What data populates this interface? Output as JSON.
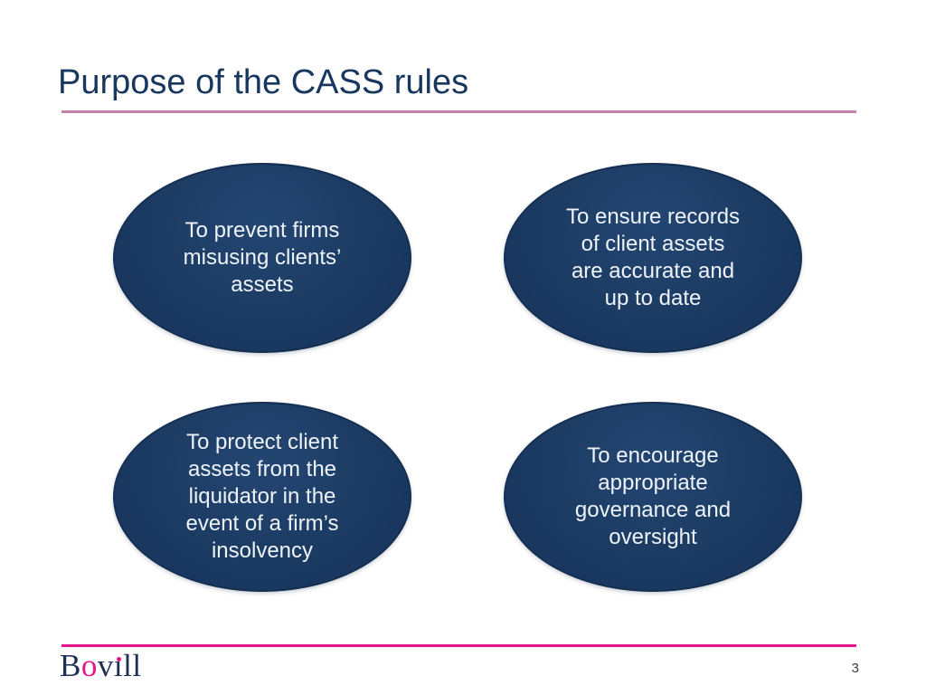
{
  "theme": {
    "navy": "#17375e",
    "oval_fill": "#1b3a61",
    "oval_border": "#142f52",
    "oval_text": "#eef3f9",
    "rule_top_pink": "#c87fae",
    "magenta": "#e6148c",
    "logo_navy": "#1d3054",
    "page_gray": "#3d3d3d",
    "bg": "#ffffff"
  },
  "slide": {
    "title": "Purpose of the CASS rules",
    "page_number": "3"
  },
  "ovals": [
    {
      "name": "prevent-misuse",
      "lines": [
        "To prevent firms",
        "misusing clients’",
        "assets"
      ]
    },
    {
      "name": "accurate-records",
      "lines": [
        "To ensure records",
        "of client assets",
        "are accurate and",
        "up to date"
      ]
    },
    {
      "name": "protect-from-liquidator",
      "lines": [
        "To protect client",
        "assets from the",
        "liquidator in the",
        "event of a firm’s",
        "insolvency"
      ]
    },
    {
      "name": "governance-oversight",
      "lines": [
        "To encourage",
        "appropriate",
        "governance and",
        "oversight"
      ]
    }
  ],
  "logo": {
    "text": "Bovill",
    "seg_b": "B",
    "seg_o": "o",
    "seg_v": "v",
    "seg_i": "ı",
    "seg_ll": "ll"
  }
}
